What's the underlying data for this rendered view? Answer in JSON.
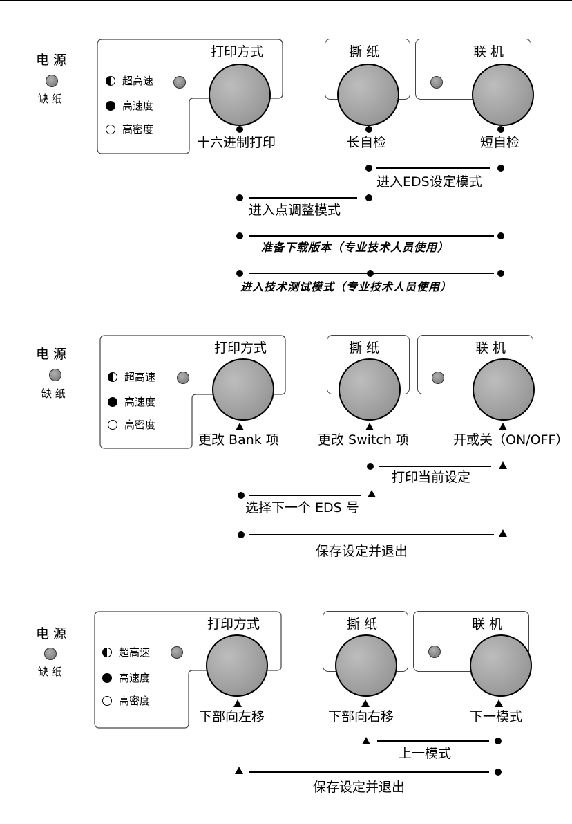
{
  "panels": [
    {
      "power": "电 源",
      "paper_out": "缺 纸",
      "modes": [
        "超高速",
        "高速度",
        "高密度"
      ],
      "buttons": {
        "print_mode": "打印方式",
        "tear": "撕 纸",
        "online": "联 机"
      },
      "functions": [
        "十六进制打印",
        "长自检",
        "短自检"
      ],
      "combos": [
        "进入EDS设定模式",
        "进入点调整模式",
        "准备下载版本（专业技术人员使用）",
        "进入技术测试模式（专业技术人员使用）"
      ]
    },
    {
      "power": "电 源",
      "paper_out": "缺 纸",
      "modes": [
        "超高速",
        "高速度",
        "高密度"
      ],
      "buttons": {
        "print_mode": "打印方式",
        "tear": "撕 纸",
        "online": "联 机"
      },
      "functions": [
        "更改 Bank 项",
        "更改 Switch 项",
        "开或关（ON/OFF）"
      ],
      "combos": [
        "打印当前设定",
        "选择下一个 EDS 号",
        "保存设定并退出"
      ]
    },
    {
      "power": "电 源",
      "paper_out": "缺 纸",
      "modes": [
        "超高速",
        "高速度",
        "高密度"
      ],
      "buttons": {
        "print_mode": "打印方式",
        "tear": "撕 纸",
        "online": "联 机"
      },
      "functions": [
        "下部向左移",
        "下部向右移",
        "下一模式"
      ],
      "combos": [
        "上一模式",
        "保存设定并退出"
      ]
    }
  ]
}
